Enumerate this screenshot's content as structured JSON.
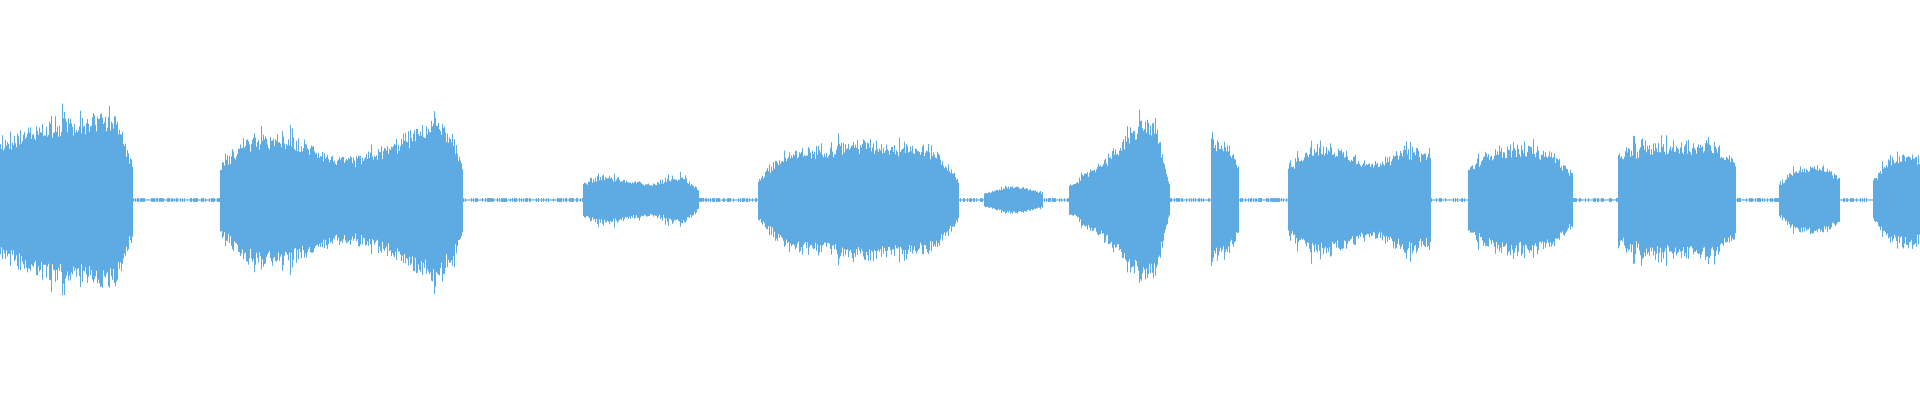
{
  "chart_data": {
    "type": "area",
    "title": "",
    "xlabel": "",
    "ylabel": "",
    "xlim_percent_of_duration": [
      0,
      100
    ],
    "ylim_amplitude": [
      -1,
      1
    ],
    "grid": false,
    "legend": "none",
    "color": "#5dabe2",
    "baseline_noise_amplitude": 0.01,
    "segments": [
      {
        "start": 0.0,
        "end": 6.9,
        "envelope": [
          0.33,
          0.36,
          0.4,
          0.42,
          0.44,
          0.45,
          0.47,
          0.45,
          0.2
        ]
      },
      {
        "start": 11.5,
        "end": 24.1,
        "envelope": [
          0.2,
          0.33,
          0.34,
          0.33,
          0.28,
          0.22,
          0.24,
          0.3,
          0.38,
          0.46,
          0.2
        ]
      },
      {
        "start": 30.4,
        "end": 36.4,
        "envelope": [
          0.1,
          0.13,
          0.12,
          0.1,
          0.09,
          0.11,
          0.14,
          0.05
        ]
      },
      {
        "start": 39.5,
        "end": 49.9,
        "envelope": [
          0.12,
          0.24,
          0.28,
          0.3,
          0.32,
          0.31,
          0.3,
          0.28,
          0.12
        ]
      },
      {
        "start": 51.3,
        "end": 54.3,
        "envelope": [
          0.04,
          0.08,
          0.04
        ]
      },
      {
        "start": 55.7,
        "end": 60.9,
        "envelope": [
          0.08,
          0.14,
          0.2,
          0.26,
          0.34,
          0.44,
          0.4,
          0.08
        ]
      },
      {
        "start": 63.1,
        "end": 64.5,
        "envelope": [
          0.35,
          0.32,
          0.28,
          0.2
        ]
      },
      {
        "start": 67.1,
        "end": 74.5,
        "envelope": [
          0.2,
          0.28,
          0.29,
          0.26,
          0.2,
          0.24,
          0.28,
          0.25
        ]
      },
      {
        "start": 76.5,
        "end": 81.9,
        "envelope": [
          0.18,
          0.27,
          0.29,
          0.28,
          0.26,
          0.14
        ]
      },
      {
        "start": 84.3,
        "end": 90.4,
        "envelope": [
          0.26,
          0.3,
          0.31,
          0.3,
          0.31,
          0.22
        ]
      },
      {
        "start": 92.7,
        "end": 95.8,
        "envelope": [
          0.1,
          0.17,
          0.18,
          0.18,
          0.13
        ]
      },
      {
        "start": 97.6,
        "end": 100.0,
        "envelope": [
          0.12,
          0.22,
          0.25,
          0.24
        ]
      }
    ]
  }
}
